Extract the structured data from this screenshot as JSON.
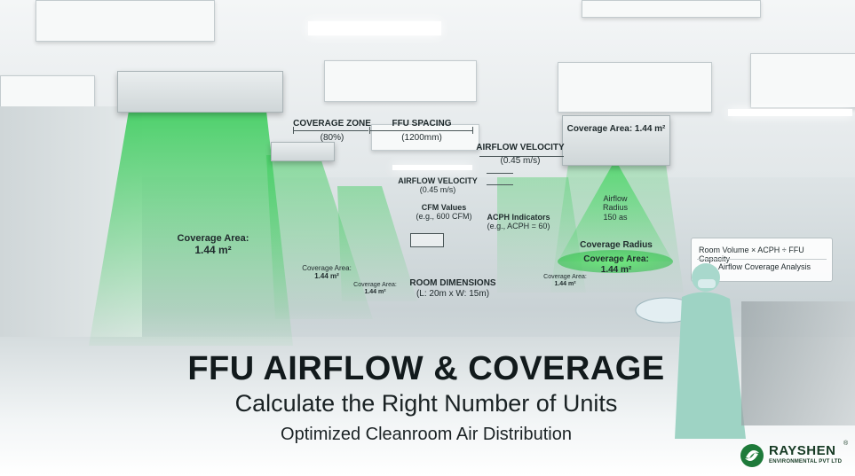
{
  "labels": {
    "coverage_zone": "COVERAGE ZONE",
    "coverage_zone_val": "(80%)",
    "ffu_spacing": "FFU SPACING",
    "ffu_spacing_val": "(1200mm)",
    "airflow_velocity_top": "AIRFLOW VELOCITY",
    "airflow_velocity_top_val": "(0.45 m/s)",
    "airflow_velocity_mid": "AIRFLOW VELOCITY",
    "airflow_velocity_mid_val": "(0.45 m/s)",
    "cfm_values": "CFM Values",
    "cfm_values_val": "(e.g., 600 CFM)",
    "acph_indicators": "ACPH Indicators",
    "acph_indicators_val": "(e.g., ACPH = 60)",
    "room_dimensions": "ROOM DIMENSIONS",
    "room_dimensions_val": "(L: 20m x W: 15m)",
    "coverage_area_top_right": "Coverage Area: 1.44 m²",
    "coverage_area_left_title": "Coverage Area:",
    "coverage_area_left_val": "1.44 m²",
    "coverage_area_small_1": "Coverage Area:",
    "coverage_area_small_1_val": "1.44 m²",
    "coverage_area_small_2": "Coverage Area:",
    "coverage_area_small_2_val": "1.44 m²",
    "coverage_area_small_3": "Coverage Area:",
    "coverage_area_small_3_val": "1.44 m²",
    "airflow_radius": "Airflow",
    "airflow_radius_2": "Radius",
    "airflow_radius_val": "150 as",
    "coverage_radius": "Coverage Radius",
    "coverage_area_cone": "Coverage Area:",
    "coverage_area_cone_val": "1.44 m²"
  },
  "info_box": {
    "line1": "Room Volume × ACPH ÷ FFU Capacity",
    "line2": "Airflow Coverage Analysis"
  },
  "title": {
    "main": "FFU AIRFLOW & COVERAGE",
    "sub": "Calculate the Right Number of Units",
    "tagline": "Optimized Cleanroom Air Distribution"
  },
  "logo": {
    "name": "RAYSHEN",
    "sub": "ENVIRONMENTAL PVT LTD",
    "mark": "®"
  },
  "colors": {
    "airflow_green": "#3fd45a",
    "text_dark": "#1f2a2c"
  }
}
